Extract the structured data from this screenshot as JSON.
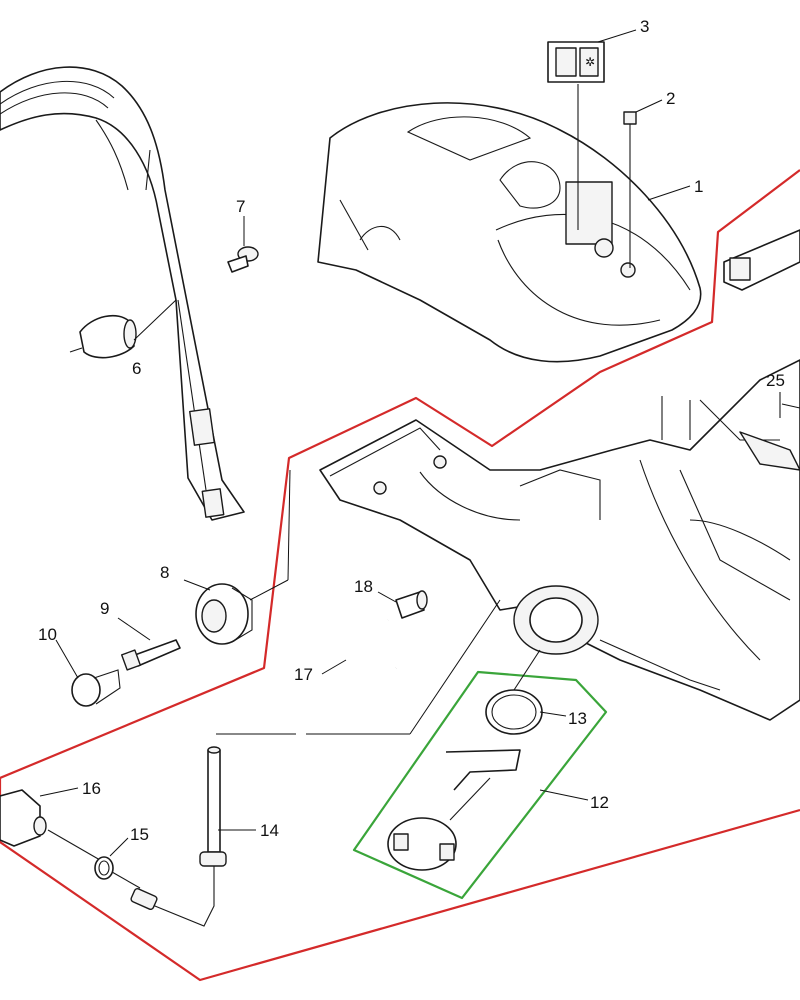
{
  "diagram": {
    "callouts": [
      {
        "id": "1",
        "label": "1"
      },
      {
        "id": "2",
        "label": "2"
      },
      {
        "id": "3",
        "label": "3"
      },
      {
        "id": "6",
        "label": "6"
      },
      {
        "id": "7",
        "label": "7"
      },
      {
        "id": "8",
        "label": "8"
      },
      {
        "id": "9",
        "label": "9"
      },
      {
        "id": "10",
        "label": "10"
      },
      {
        "id": "12",
        "label": "12"
      },
      {
        "id": "13",
        "label": "13"
      },
      {
        "id": "14",
        "label": "14"
      },
      {
        "id": "15",
        "label": "15"
      },
      {
        "id": "16",
        "label": "16"
      },
      {
        "id": "17",
        "label": "17"
      },
      {
        "id": "18",
        "label": "18"
      },
      {
        "id": "25",
        "label": "25"
      }
    ],
    "colors": {
      "group_outline_red": "#d42a2a",
      "subassembly_outline_green": "#3aa53a",
      "line_art": "#1a1a1a"
    }
  }
}
